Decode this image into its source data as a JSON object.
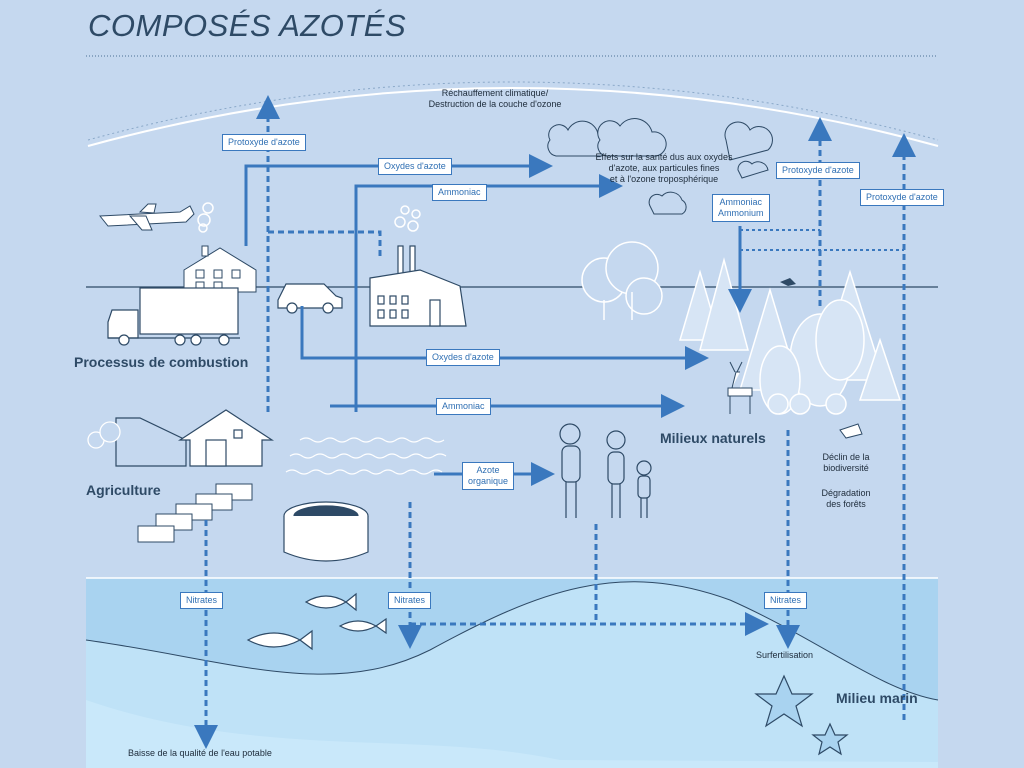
{
  "title": "COMPOSÉS AZOTÉS",
  "zones": {
    "combustion": "Processus de combustion",
    "agriculture": "Agriculture",
    "natural": "Milieux naturels",
    "marine": "Milieu marin"
  },
  "labels": {
    "protoxyde_left": "Protoxyde d'azote",
    "oxydes_top": "Oxydes d'azote",
    "ammoniac_top": "Ammoniac",
    "ammoniac_ammonium": [
      "Ammoniac",
      "Ammonium"
    ],
    "protoxyde_mid": "Protoxyde d'azote",
    "protoxyde_right": "Protoxyde d'azote",
    "oxydes_mid": "Oxydes d'azote",
    "ammoniac_mid": "Ammoniac",
    "azote_organique": [
      "Azote",
      "organique"
    ],
    "nitrates_left": "Nitrates",
    "nitrates_mid": "Nitrates",
    "nitrates_right": "Nitrates"
  },
  "notes": {
    "climate": [
      "Réchauffement climatique/",
      "Destruction de la couche d'ozone"
    ],
    "health": [
      "Effets sur la santé dus aux oxydes",
      "d'azote, aux particules fines",
      "et à l'ozone troposphérique"
    ],
    "biodiversity": [
      "Déclin de la",
      "biodiversité"
    ],
    "forests": [
      "Dégradation",
      "des forêts"
    ],
    "overfertilization": "Surfertilisation",
    "drinking_water": "Baisse de la qualité de l'eau potable"
  },
  "colors": {
    "background": "#c5d8ef",
    "sea": "#a9d3f0",
    "deep": "#8ec8ee",
    "arrow": "#3a78be",
    "line": "#2e4a66"
  }
}
